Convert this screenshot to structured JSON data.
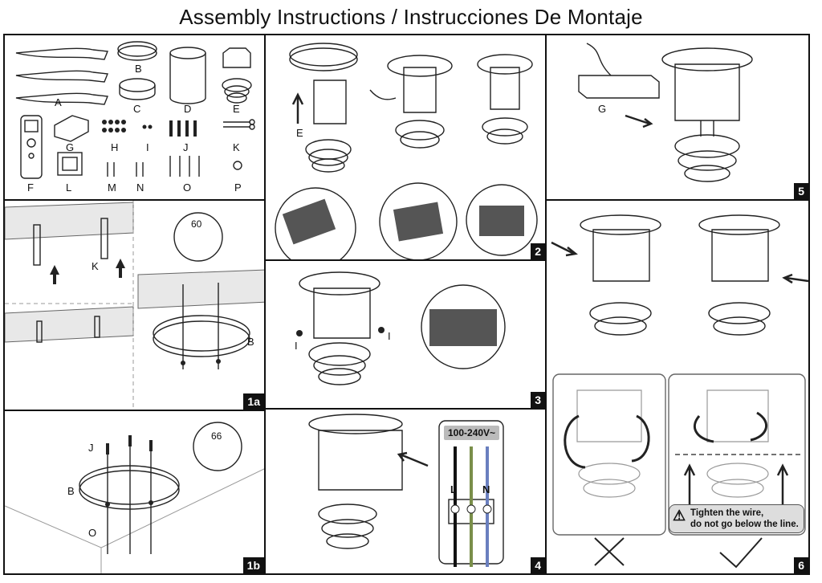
{
  "title": "Assembly Instructions / Instrucciones De Montaje",
  "parts": {
    "A": "A",
    "B": "B",
    "C": "C",
    "D": "D",
    "E": "E",
    "F": "F",
    "G": "G",
    "H": "H",
    "I": "I",
    "J": "J",
    "K": "K",
    "L": "L",
    "M": "M",
    "N": "N",
    "O": "O",
    "P": "P"
  },
  "steps": {
    "s1a": "1a",
    "s1b": "1b",
    "s2": "2",
    "s3": "3",
    "s4": "4",
    "s5": "5",
    "s6": "6"
  },
  "dims": {
    "d60": "60",
    "d66": "66"
  },
  "wiring": {
    "voltage": "100-240V~",
    "L": "L",
    "N": "N"
  },
  "note": {
    "line1": "Tighten the wire,",
    "line2": "do not go below the line."
  }
}
